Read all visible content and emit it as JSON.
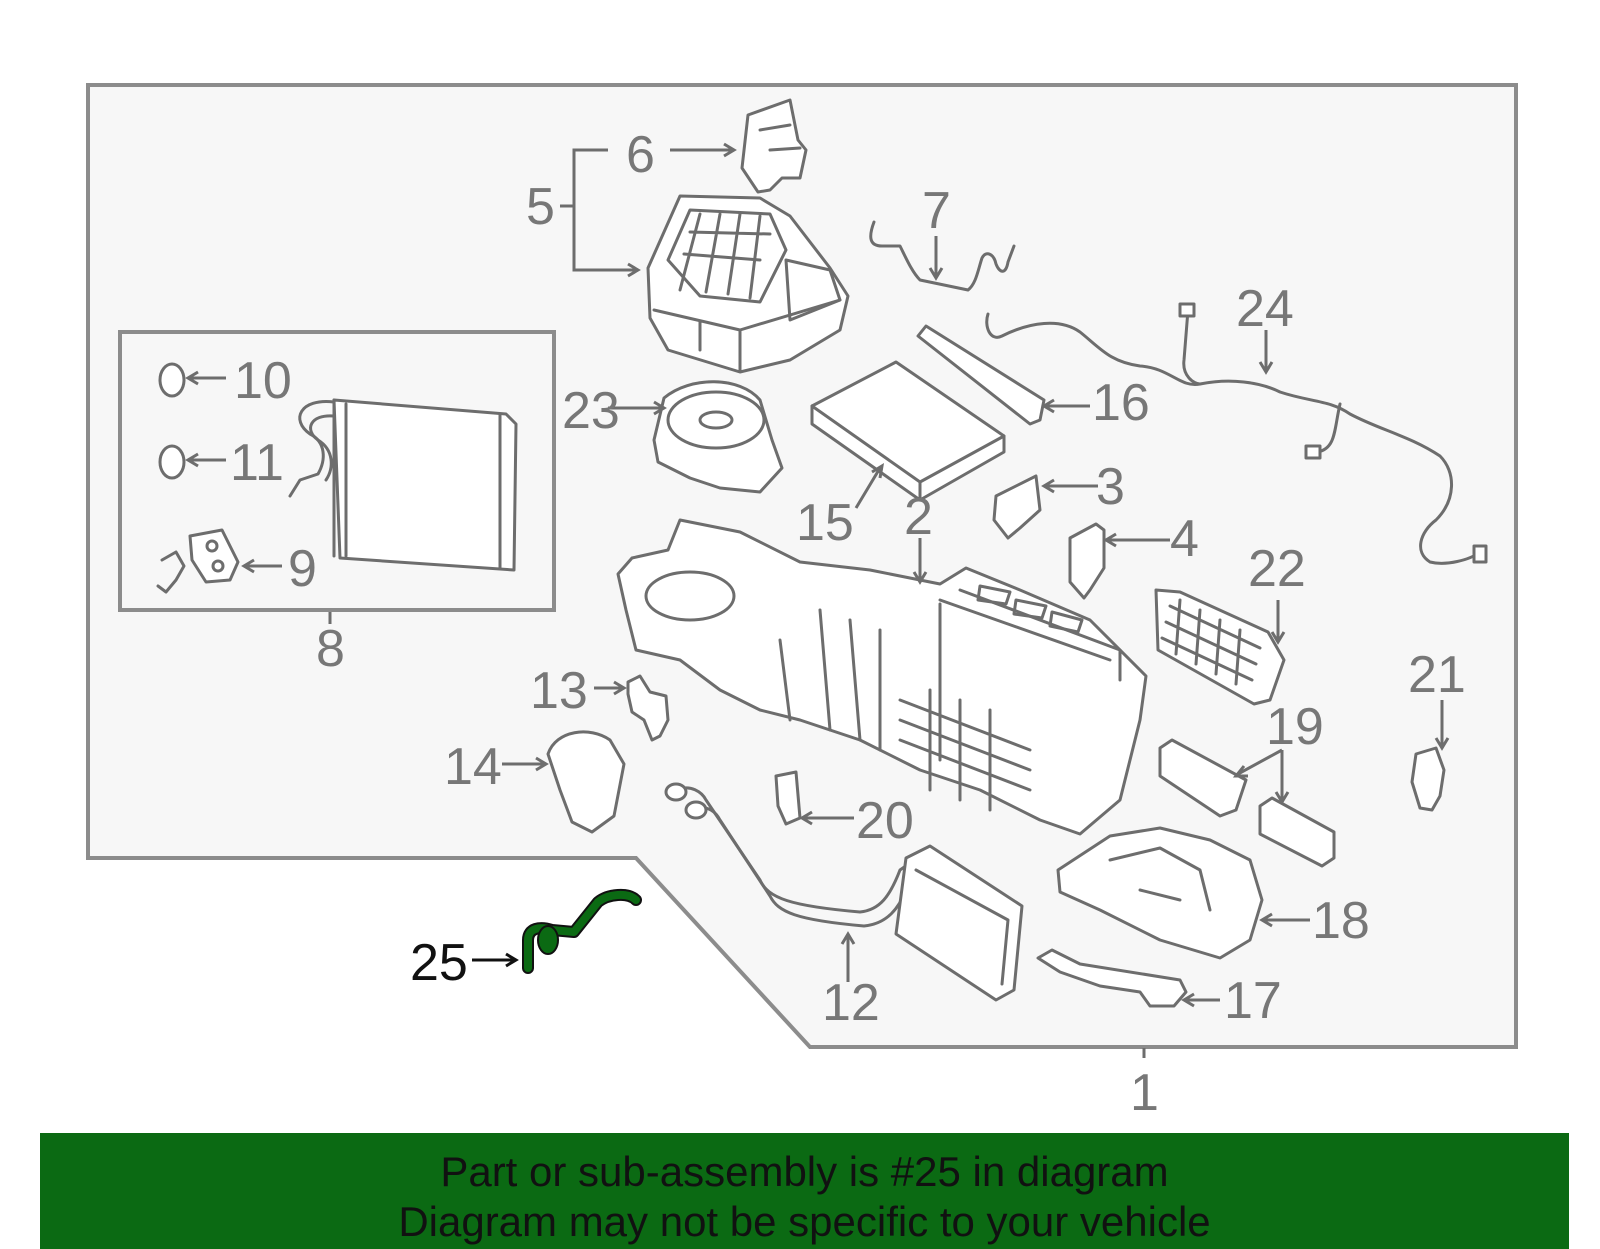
{
  "callouts": {
    "c1": "1",
    "c2": "2",
    "c3": "3",
    "c4": "4",
    "c5": "5",
    "c6": "6",
    "c7": "7",
    "c8": "8",
    "c9": "9",
    "c10": "10",
    "c11": "11",
    "c12": "12",
    "c13": "13",
    "c14": "14",
    "c15": "15",
    "c16": "16",
    "c17": "17",
    "c18": "18",
    "c19": "19",
    "c20": "20",
    "c21": "21",
    "c22": "22",
    "c23": "23",
    "c24": "24",
    "c25": "25"
  },
  "highlighted_part": "25",
  "colors": {
    "highlight": "#0b6a13",
    "banner": "#0b6a13",
    "lines": "#6d6d6d"
  },
  "banner": {
    "line1": "Part or sub-assembly is #25 in diagram",
    "line2": "Diagram may not be specific to your vehicle"
  }
}
